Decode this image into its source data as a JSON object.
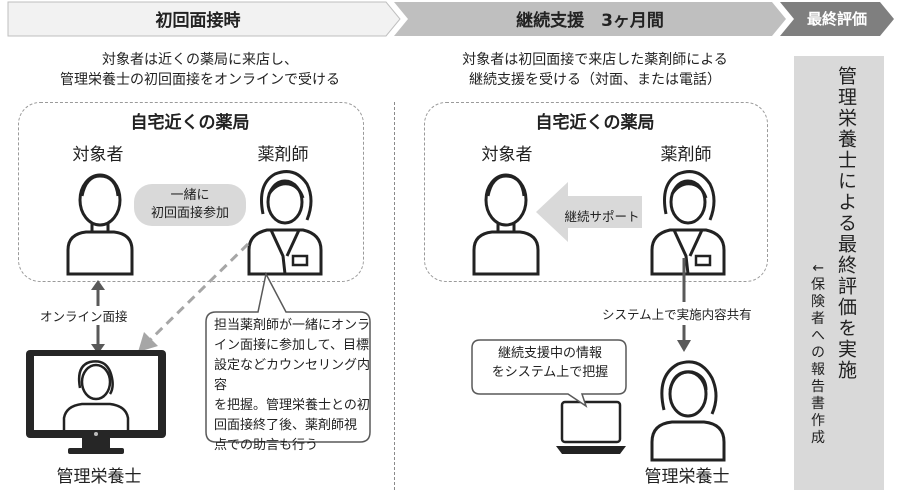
{
  "phases": {
    "initial": "初回面接時",
    "continuous": "継続支援　3ヶ月間",
    "final": "最終評価"
  },
  "left": {
    "description_line1": "対象者は近くの薬局に来店し、",
    "description_line2": "管理栄養士の初回面接をオンラインで受ける",
    "box_title": "自宅近くの薬局",
    "subject_label": "対象者",
    "pharmacist_label": "薬剤師",
    "together_line1": "一緒に",
    "together_line2": "初回面接参加",
    "online_label": "オンライン面接",
    "callout_lines": [
      "担当薬剤師が一緒にオンラ",
      "イン面接に参加して、目標",
      "設定などカウンセリング内容",
      "を把握。管理栄養士との初",
      "回面接終了後、薬剤師視",
      "点での助言も行う"
    ],
    "dietitian_label": "管理栄養士"
  },
  "middle": {
    "description_line1": "対象者は初回面接で来店した薬剤師による",
    "description_line2": "継続支援を受ける（対面、または電話）",
    "box_title": "自宅近くの薬局",
    "subject_label": "対象者",
    "pharmacist_label": "薬剤師",
    "support_label": "継続サポート",
    "share_label": "システム上で実施内容共有",
    "callout_line1": "継続支援中の情報",
    "callout_line2": "をシステム上で把握",
    "dietitian_label": "管理栄養士"
  },
  "final": {
    "main_text": "管理栄養士による最終評価を実施",
    "report_text": "↓保険者への報告書作成"
  },
  "colors": {
    "header_light": "#f2f2f2",
    "header_mid": "#bfbfbf",
    "header_dark": "#7f7f7f",
    "pill": "#d9d9d9",
    "final_panel": "#d9d9d9",
    "arrow_dark": "#595959"
  }
}
